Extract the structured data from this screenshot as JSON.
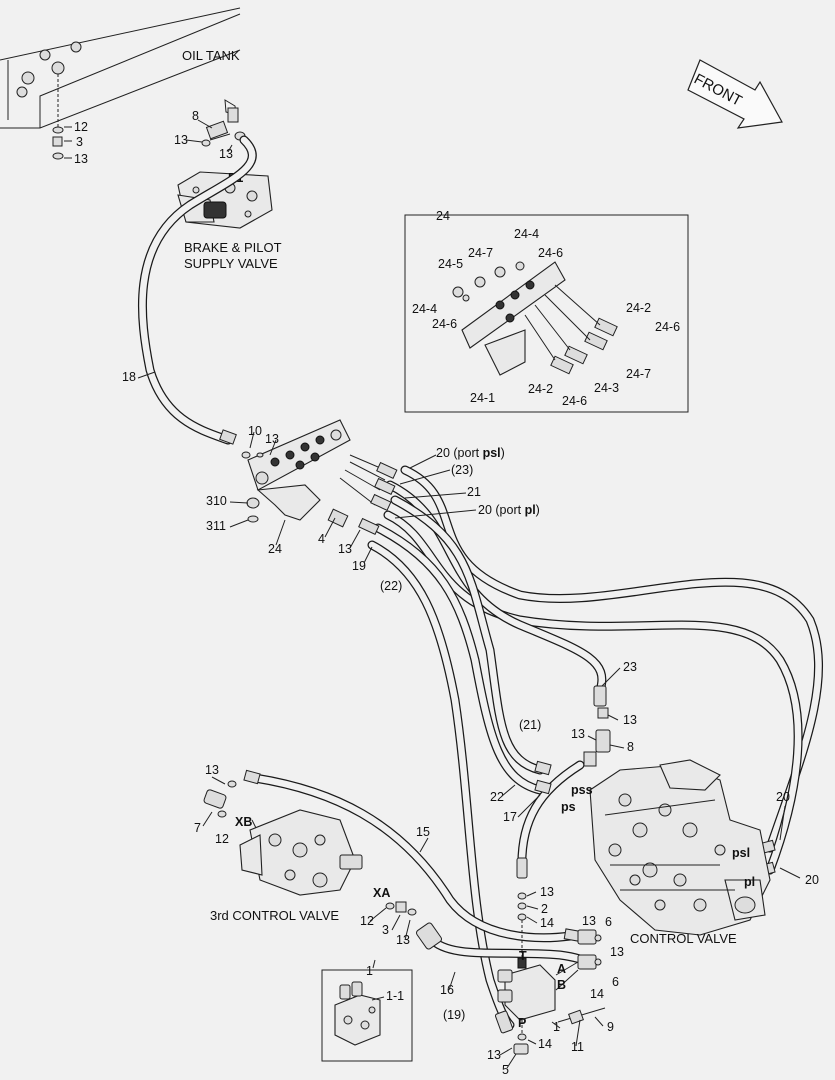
{
  "title_labels": {
    "oil_tank": "OIL TANK",
    "front": "FRONT",
    "brake_pilot_line1": "BRAKE & PILOT",
    "brake_pilot_line2": "SUPPLY VALVE",
    "third_control_valve": "3rd CONTROL VALVE",
    "control_valve": "CONTROL VALVE"
  },
  "callouts": {
    "n12a": "12",
    "n3a": "3",
    "n13a": "13",
    "n8a": "8",
    "n13b": "13",
    "n13c": "13",
    "p1": "P1",
    "n24box": "24",
    "n24_4a": "24-4",
    "n24_6a": "24-6",
    "n24_7a": "24-7",
    "n24_5": "24-5",
    "n24_4b": "24-4",
    "n24_6b": "24-6",
    "n24_2a": "24-2",
    "n24_6c": "24-6",
    "n24_7b": "24-7",
    "n24_1": "24-1",
    "n24_2b": "24-2",
    "n24_3": "24-3",
    "n24_6d": "24-6",
    "n18": "18",
    "n10": "10",
    "n13d": "13",
    "n20psl_pre": "20 (port ",
    "n20psl_b": "psl",
    "n20psl_post": ")",
    "n23p": "(23)",
    "n21": "21",
    "n20pl_pre": "20 (port ",
    "n20pl_b": "pl",
    "n20pl_post": ")",
    "n310": "310",
    "n311": "311",
    "n24b": "24",
    "n4": "4",
    "n13e": "13",
    "n19": "19",
    "n22p": "(22)",
    "n23": "23",
    "n13f": "13",
    "n13g": "13",
    "n8b": "8",
    "n21p": "(21)",
    "n22": "22",
    "n17": "17",
    "pss": "pss",
    "ps": "ps",
    "n20a": "20",
    "psl": "psl",
    "pl": "pl",
    "n20b": "20",
    "n13h": "13",
    "n7": "7",
    "xb": "XB",
    "n12b": "12",
    "n15": "15",
    "xa": "XA",
    "n12c": "12",
    "n3b": "3",
    "n13i": "13",
    "n13j": "13",
    "n2": "2",
    "n14a": "14",
    "n13k": "13",
    "n6a": "6",
    "n13l": "13",
    "t": "T",
    "a": "A",
    "b": "B",
    "n14b": "14",
    "n6b": "6",
    "n1box": "1",
    "n1_1": "1-1",
    "n16": "16",
    "n19p": "(19)",
    "p": "P",
    "n1": "1",
    "n9": "9",
    "n11": "11",
    "n13m": "13",
    "n14c": "14",
    "n5": "5"
  }
}
